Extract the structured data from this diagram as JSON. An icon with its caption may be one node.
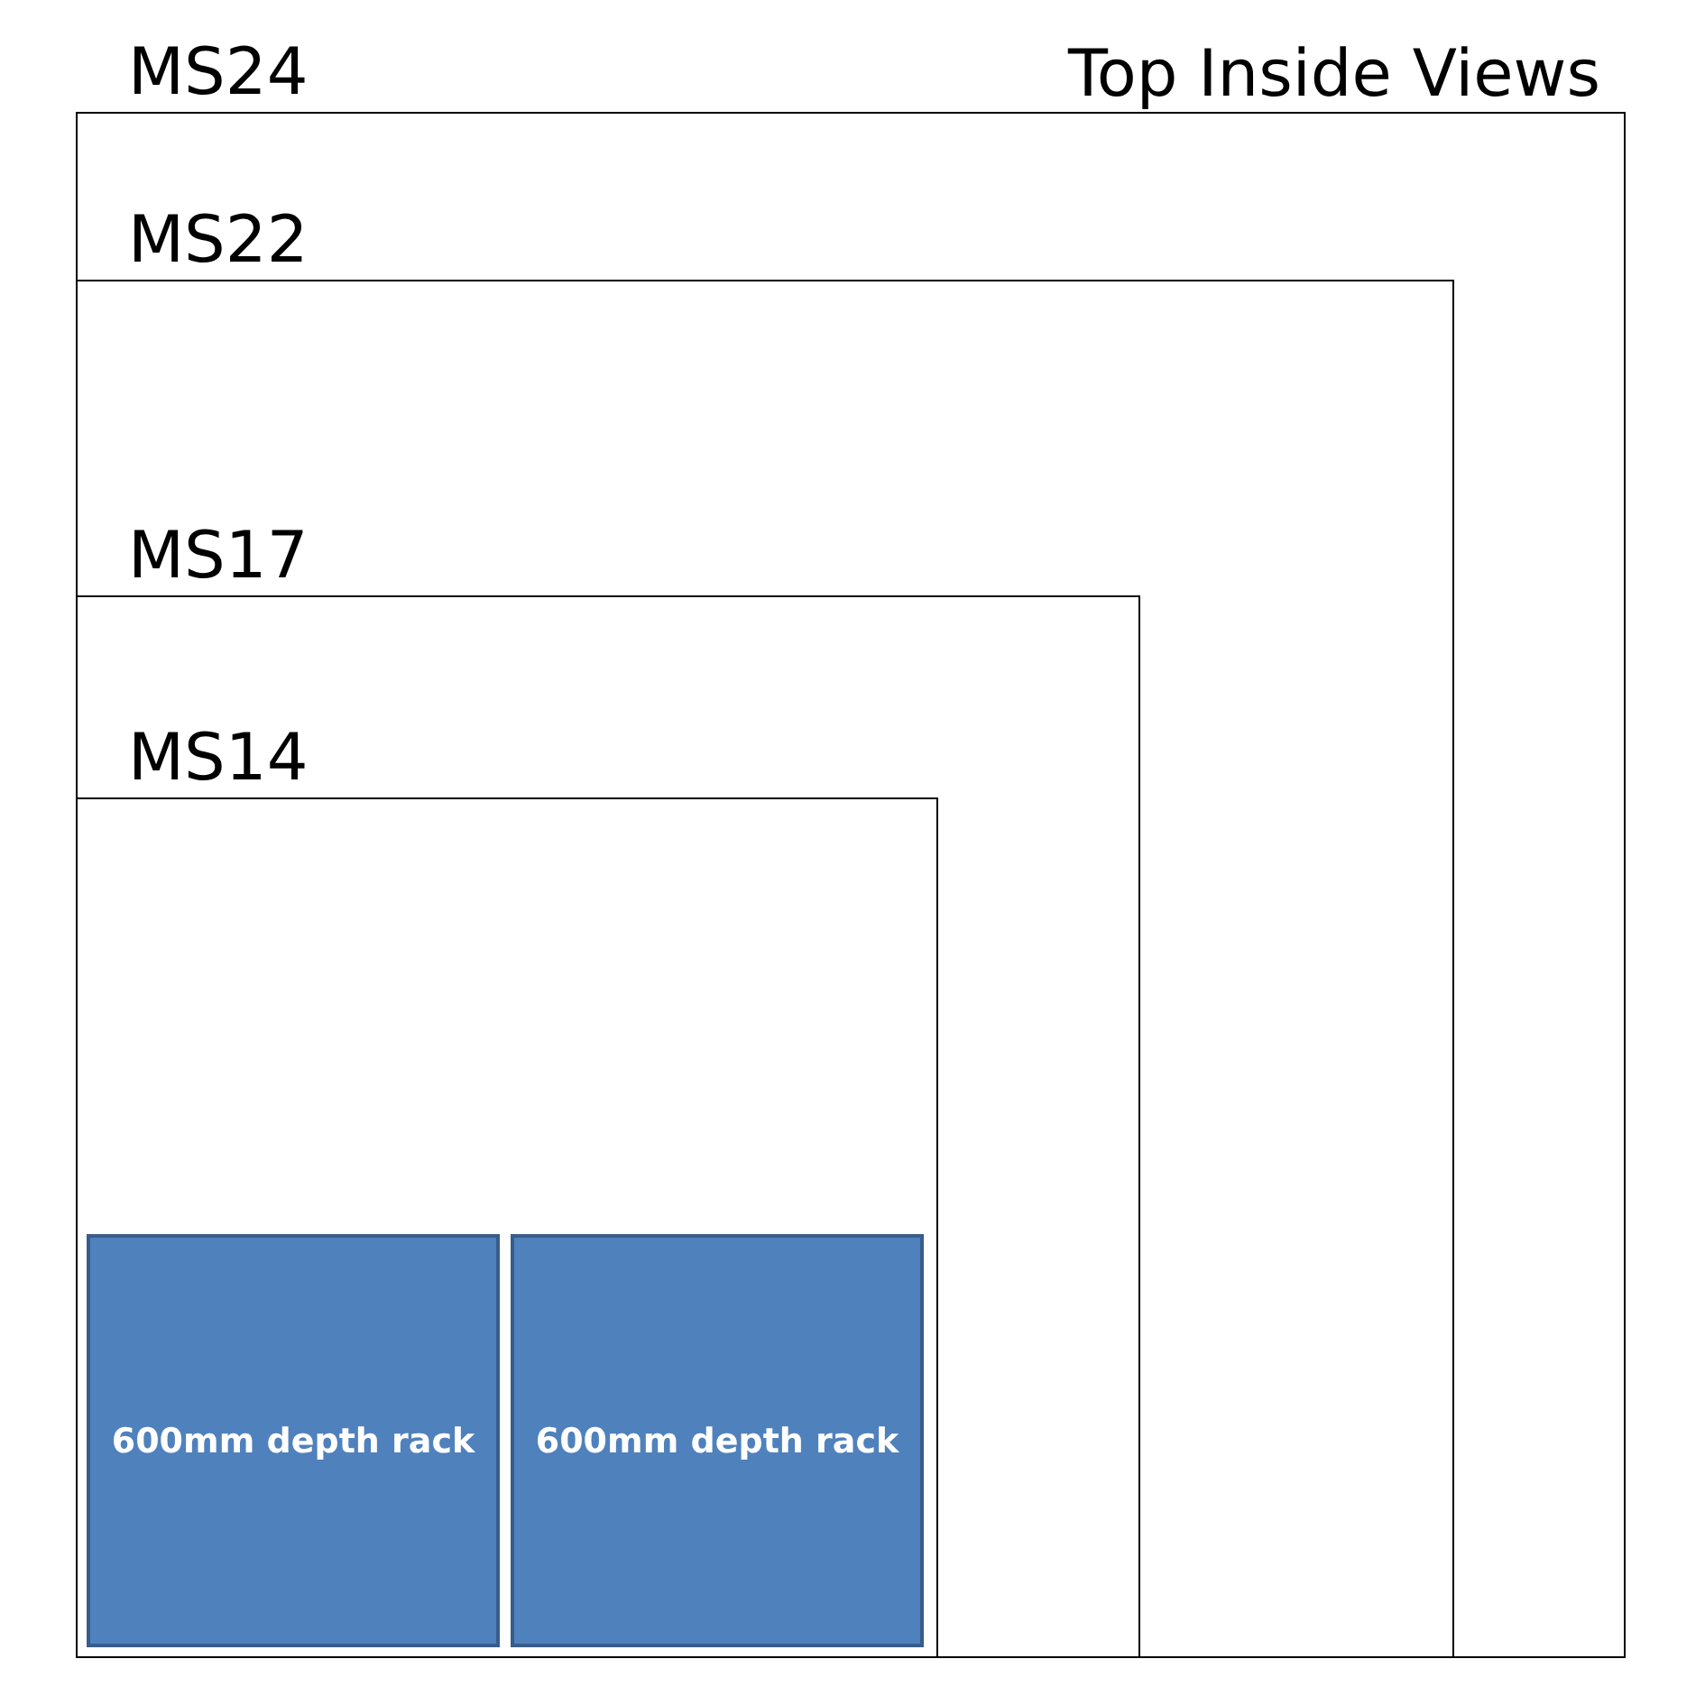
{
  "diagram": {
    "title": "Top Inside Views",
    "nodes": [
      {
        "text": [
          "MS24"
        ]
      },
      {
        "text": [
          "MS22"
        ],
        "in": 0
      },
      {
        "text": [
          "MS17"
        ],
        "in": 1
      },
      {
        "text": [
          "MS14"
        ],
        "in": 2
      },
      {
        "text": [
          "600mm depth rack"
        ],
        "in": 3
      },
      {
        "text": [
          "600mm depth rack"
        ],
        "in": 3
      }
    ],
    "edges": []
  }
}
